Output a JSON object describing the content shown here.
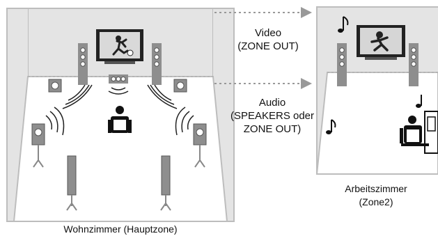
{
  "main_room": {
    "label": "Wohnzimmer (Hauptzone)"
  },
  "zone2_room": {
    "label_line1": "Arbeitszimmer",
    "label_line2": "(Zone2)"
  },
  "video_link": {
    "line1": "Video",
    "line2": "(ZONE OUT)"
  },
  "audio_link": {
    "line1": "Audio",
    "line2": "(SPEAKERS oder",
    "line3": "ZONE OUT)"
  },
  "icons": [
    "tv-icon",
    "speaker-icon",
    "listener-icon",
    "music-note-icon",
    "desk-icon"
  ],
  "colors": {
    "room_wall": "#e6e6e6",
    "room_border": "#bbbbbb",
    "speaker": "#8a8a8a",
    "arrow": "#999999"
  }
}
